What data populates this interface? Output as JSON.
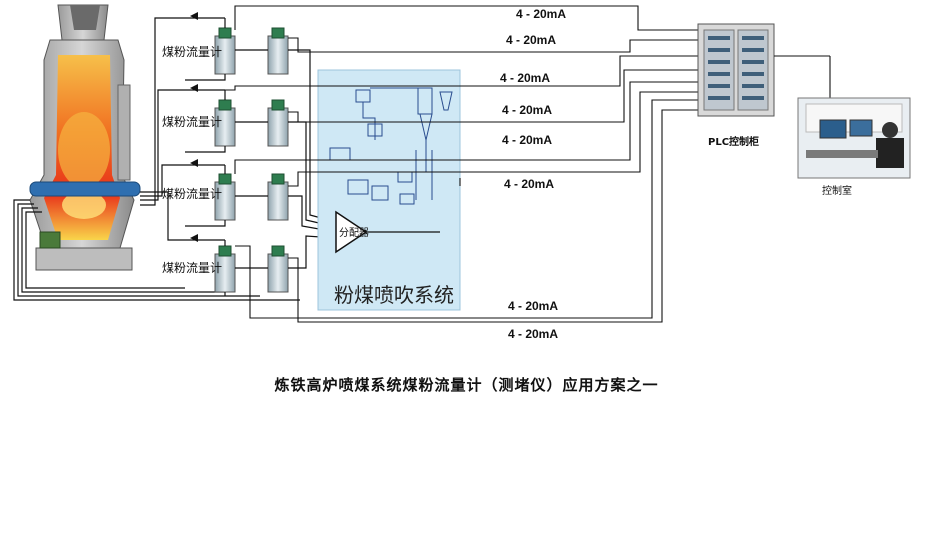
{
  "signal_labels": [
    "4 - 20mA",
    "4 - 20mA",
    "4 - 20mA",
    "4 - 20mA",
    "4 - 20mA",
    "4 - 20mA",
    "4 - 20mA",
    "4 - 20mA"
  ],
  "meter_labels": [
    "煤粉流量计",
    "煤粉流量计",
    "煤粉流量计",
    "煤粉流量计"
  ],
  "injection_system_label": "粉煤喷吹系统",
  "distributor_label": "分配器",
  "plc_label": "PLC控制柜",
  "control_room_label": "控制室",
  "caption": "炼铁高炉喷煤系统煤粉流量计（测堵仪）应用方案之一",
  "colors": {
    "line": "#111111",
    "panel": "#cfe8f5",
    "pipe": "#2f6fb0",
    "meter": "#2e7d4f"
  }
}
